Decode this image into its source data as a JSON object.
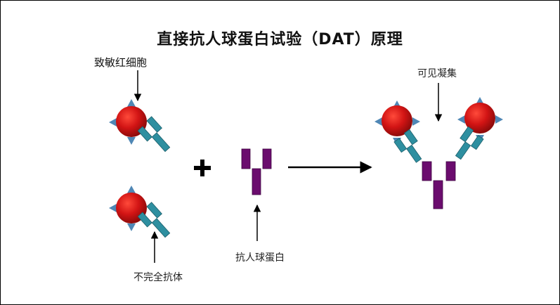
{
  "title": "直接抗人球蛋白试验（DAT）原理",
  "labels": {
    "sensitized_rbc": "致敏红细胞",
    "incomplete_antibody": "不完全抗体",
    "antihuman_globulin": "抗人球蛋白",
    "visible_agglutination": "可见凝集"
  },
  "symbols": {
    "plus": "+"
  },
  "colors": {
    "rbc": "#cc1111",
    "antigen": "#4f87b5",
    "igg": "#2e8fa0",
    "anti_globulin": "#6b0c6e",
    "arrow": "#000000"
  }
}
